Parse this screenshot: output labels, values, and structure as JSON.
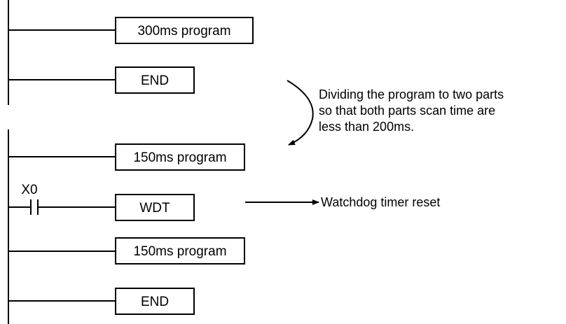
{
  "blocks": {
    "top_program": "300ms program",
    "top_end": "END",
    "prog_a": "150ms program",
    "wdt": "WDT",
    "prog_b": "150ms program",
    "bottom_end": "END"
  },
  "contact_label": "X0",
  "note_lines": [
    "Dividing the program to two parts",
    "so that both parts scan time are",
    "less than 200ms."
  ],
  "wdt_note": "Watchdog timer reset"
}
